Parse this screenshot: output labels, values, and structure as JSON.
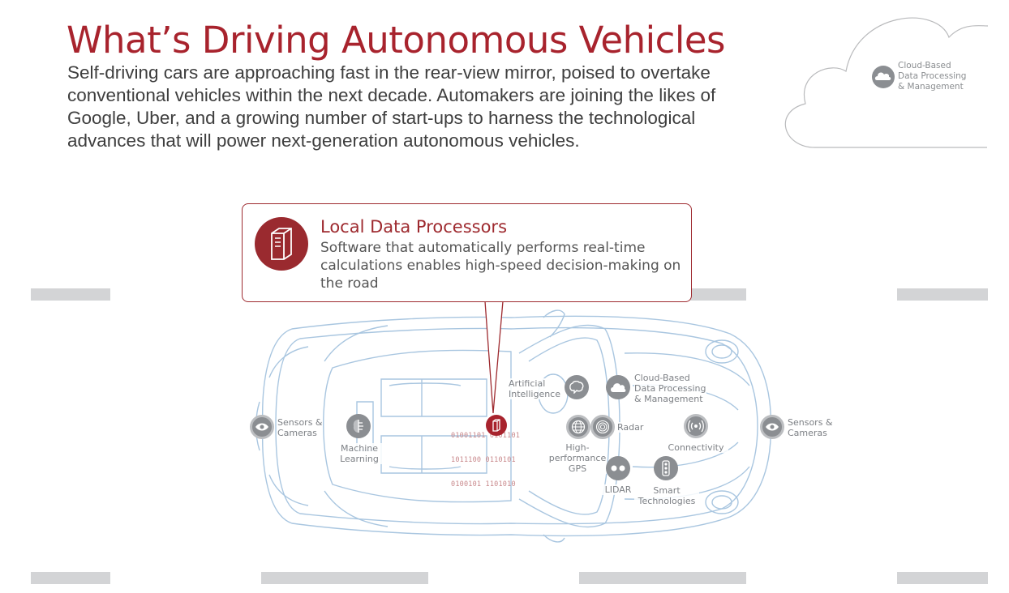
{
  "header": {
    "title": "What’s Driving Autonomous Vehicles",
    "intro": "Self-driving cars are approaching fast in the rear-view mirror, poised to overtake conventional vehicles within the next decade. Automakers are joining the likes of Google, Uber, and a growing number of start-ups to harness the technological advances that will power next-generation autonomous vehicles."
  },
  "cloud_panel": {
    "label": "Cloud-Based\nData Processing\n& Management",
    "icon": "cloud-icon"
  },
  "callout": {
    "title": "Local Data Processors",
    "text": "Software that automatically performs real-time calculations enables high-speed decision-making on the road",
    "icon": "processor-icon",
    "accent": "#9e2a2f"
  },
  "car": {
    "binary_lines": [
      "01001101 0101101",
      "1011100 0110101",
      "0100101 1101010"
    ],
    "features": [
      {
        "id": "sensors-rear",
        "label": "Sensors &\nCameras",
        "icon": "eye-icon"
      },
      {
        "id": "machine-learning",
        "label": "Machine\nLearning",
        "icon": "brain-gear-icon"
      },
      {
        "id": "artificial-intelligence",
        "label": "Artificial\nIntelligence",
        "icon": "brain-icon"
      },
      {
        "id": "cloud",
        "label": "Cloud-Based\nData Processing\n& Management",
        "icon": "cloud-icon"
      },
      {
        "id": "gps",
        "label": "High-\nperformance\nGPS",
        "icon": "globe-icon"
      },
      {
        "id": "radar",
        "label": "Radar",
        "icon": "radar-icon"
      },
      {
        "id": "connectivity",
        "label": "Connectivity",
        "icon": "signal-icon"
      },
      {
        "id": "lidar",
        "label": "LIDAR",
        "icon": "lidar-icon"
      },
      {
        "id": "smart-tech",
        "label": "Smart\nTechnologies",
        "icon": "traffic-light-icon"
      },
      {
        "id": "sensors-front",
        "label": "Sensors &\nCameras",
        "icon": "eye-icon"
      }
    ]
  },
  "colors": {
    "brand_red": "#a8232d",
    "icon_gray": "#8b8e92",
    "car_outline": "#a9c6e0",
    "road_gray": "#d3d4d6",
    "text": "#3e3e3e"
  }
}
